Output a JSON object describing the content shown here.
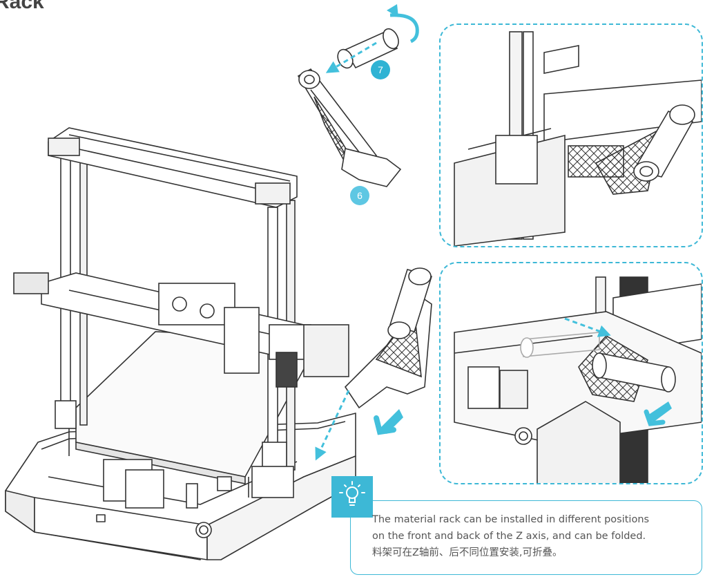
{
  "header": {
    "title": "Rack"
  },
  "steps": {
    "step6": "6",
    "step7": "7"
  },
  "note": {
    "icon": "lightbulb-icon",
    "line1": "The material rack can be installed in different positions",
    "line2": "on the front and back of the Z axis, and can be folded.",
    "line3": "料架可在Z轴前、后不同位置安装,可折叠。"
  },
  "colors": {
    "accent": "#3db8d6",
    "line": "#333333",
    "marker": "#43c0dc"
  }
}
